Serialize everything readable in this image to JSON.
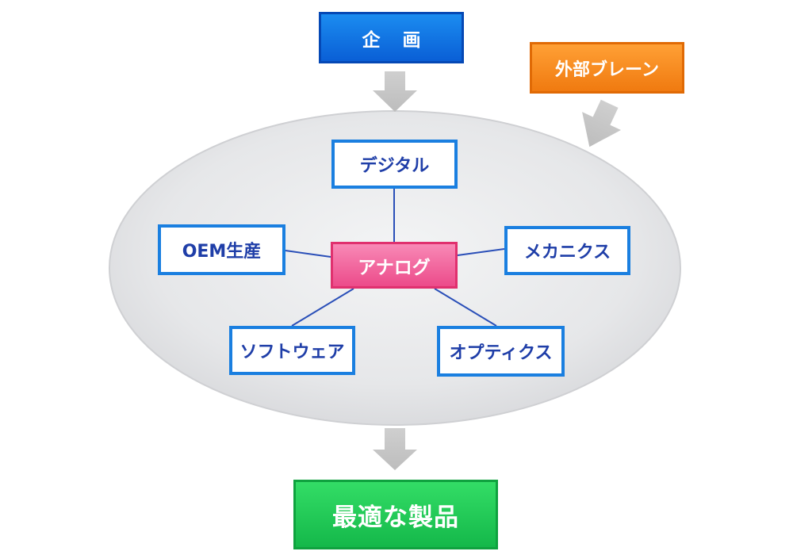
{
  "top_input": {
    "label": "企 画"
  },
  "external_input": {
    "label": "外部ブレーン"
  },
  "center": {
    "label": "アナログ"
  },
  "nodes": {
    "digital": "デジタル",
    "oem": "OEM生産",
    "mechanics": "メカニクス",
    "software": "ソフトウェア",
    "optics": "オプティクス"
  },
  "output": {
    "label": "最適な製品"
  },
  "colors": {
    "top_box": "#0a6fe0",
    "external_box": "#f5841a",
    "center_box": "#f0639b",
    "output_box": "#1ec857",
    "node_border": "#1a7fe0",
    "node_text": "#1f3ea8",
    "connector": "#2a4fb8",
    "arrow": "#c4c4c4",
    "ellipse": "#e9eaec"
  }
}
